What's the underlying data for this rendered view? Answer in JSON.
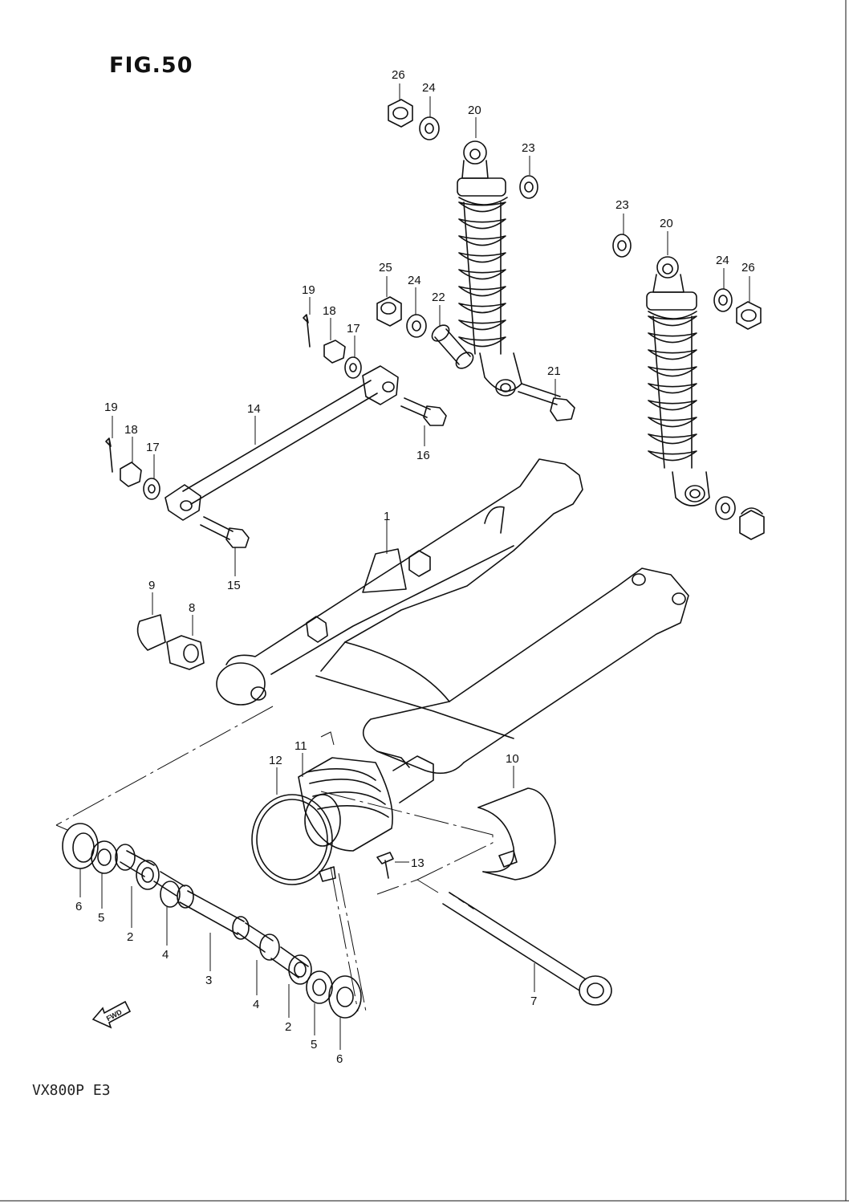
{
  "figure": {
    "title": "FIG.50",
    "model_code": "VX800P E3",
    "fwd_label": "FWD"
  },
  "callouts": [
    "1",
    "2",
    "3",
    "4",
    "5",
    "6",
    "7",
    "8",
    "9",
    "10",
    "11",
    "12",
    "13",
    "14",
    "15",
    "16",
    "17",
    "18",
    "19",
    "20",
    "21",
    "22",
    "23",
    "24",
    "25",
    "26"
  ],
  "colors": {
    "line": "#111111",
    "paper": "#ffffff"
  }
}
